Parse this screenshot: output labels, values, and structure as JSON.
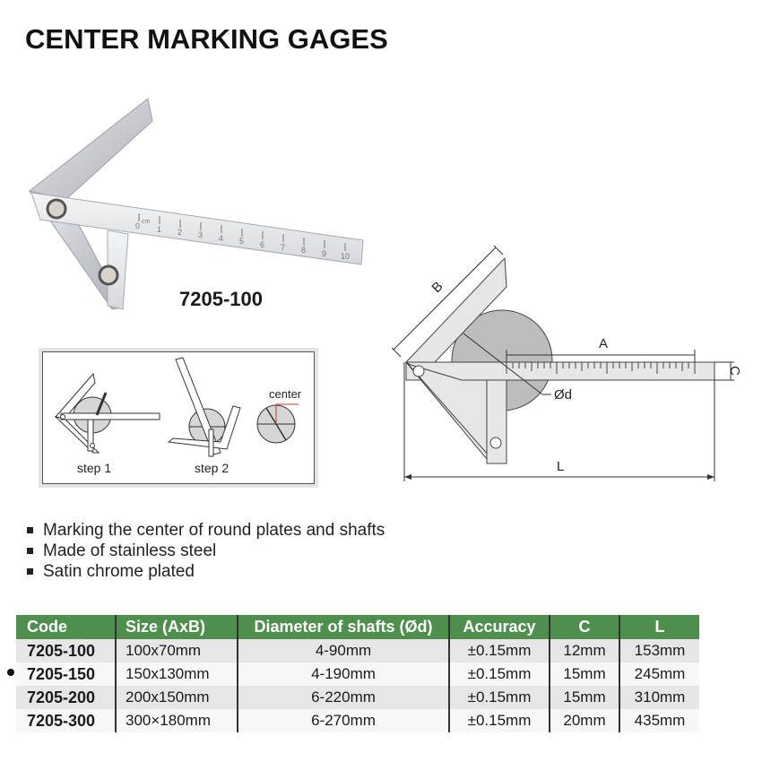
{
  "title": "CENTER MARKING GAGES",
  "product_photo": {
    "model_label": "7205-100",
    "ruler_unit": "cm",
    "ruler_ticks": [
      "0",
      "1",
      "2",
      "3",
      "4",
      "5",
      "6",
      "7",
      "8",
      "9",
      "10"
    ]
  },
  "usage_steps": {
    "step1_label": "step 1",
    "step2_label": "step 2",
    "center_label": "center"
  },
  "dimension_diagram": {
    "labels": {
      "A": "A",
      "B": "B",
      "C": "C",
      "d": "Ød",
      "L": "L"
    }
  },
  "features": [
    "Marking the center of round plates and shafts",
    "Made of stainless steel",
    "Satin chrome plated"
  ],
  "spec_table": {
    "header_color": "#4e8f4e",
    "columns": [
      "Code",
      "Size (AxB)",
      "Diameter of shafts (Ød)",
      "Accuracy",
      "C",
      "L"
    ],
    "rows": [
      [
        "7205-100",
        "100x70mm",
        "4-90mm",
        "±0.15mm",
        "12mm",
        "153mm"
      ],
      [
        "7205-150",
        "150x130mm",
        "4-190mm",
        "±0.15mm",
        "15mm",
        "245mm"
      ],
      [
        "7205-200",
        "200x150mm",
        "6-220mm",
        "±0.15mm",
        "15mm",
        "310mm"
      ],
      [
        "7205-300",
        "300×180mm",
        "6-270mm",
        "±0.15mm",
        "20mm",
        "435mm"
      ]
    ]
  }
}
